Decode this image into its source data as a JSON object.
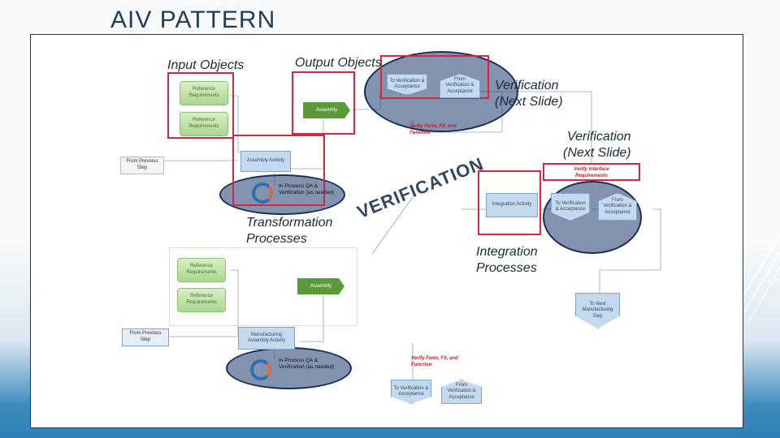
{
  "slide": {
    "title": "AIV PATTERN"
  },
  "labels": {
    "input_objects": "Input Objects",
    "output_objects": "Output Objects",
    "verification_1_line1": "Verification",
    "verification_1_line2": "(Next Slide)",
    "verification_2_line1": "Verification",
    "verification_2_line2": "(Next Slide)",
    "transformation_line1": "Transformation",
    "transformation_line2": "Processes",
    "integration_line1": "Integration",
    "integration_line2": "Processes",
    "verification_word": "VERIFICATION"
  },
  "diagram": {
    "top_flow": {
      "green_boxes": [
        "Reference Requirements",
        "Reference Requirements"
      ],
      "output_arrow": "Assembly",
      "from_previous_step": "From Previous Step",
      "assembly_box": "Assembly Activity",
      "inprocess": "In-Process QA & Verification (as needed)",
      "to_verif": "To Verification & Acceptance",
      "from_verif": "From Verification & Acceptance",
      "verify_form": "Verify Form, Fit, and Function"
    },
    "right_flow": {
      "verify_interface": "Verify Interface Requirements",
      "integration_box": "Integration Activity",
      "to_verif": "To Verification & Acceptance",
      "from_verif": "From Verification & Acceptance",
      "to_next": "To Next Manufacturing Step"
    },
    "bottom_flow": {
      "green_boxes": [
        "Reference Requirements",
        "Reference Requirements"
      ],
      "output_arrow": "Assembly",
      "from_previous_step": "From Previous Step",
      "assembly_box": "Manufacturing Assembly Activity",
      "inprocess": "In-Process QA & Verification (as needed)",
      "verify_form": "Verify Form, Fit, and Function",
      "to_verif": "To Verification & Acceptance",
      "from_verif": "From Verification & Acceptance"
    }
  },
  "colors": {
    "highlight_red": "#d7263d",
    "ellipse_fill": "#1e3a6e",
    "accent_blue": "#2f7fb8"
  }
}
